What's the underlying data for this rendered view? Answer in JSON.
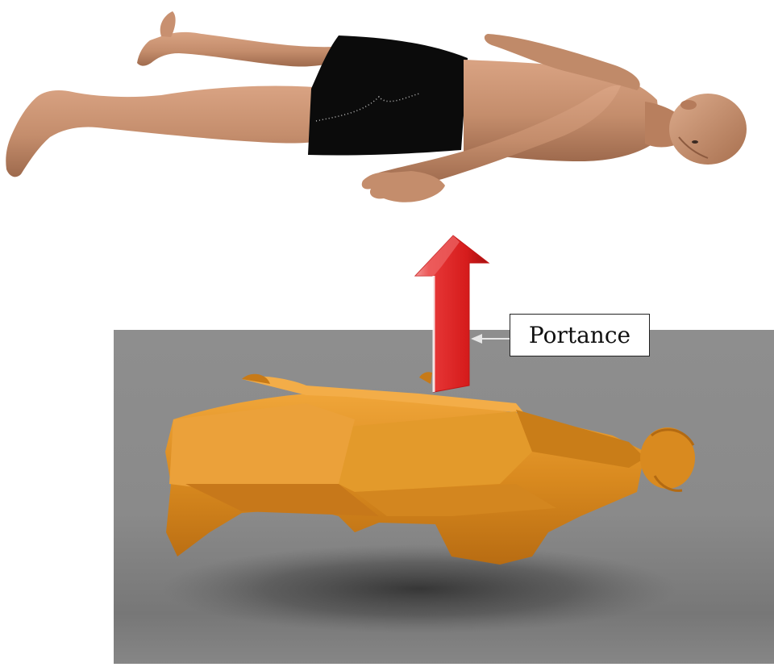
{
  "diagram": {
    "label": "Portance",
    "panels": {
      "top": "human-swimmer-figure",
      "bottom": "wingsuit-figure"
    },
    "colors": {
      "skin": "#c48d6c",
      "shorts": "#0b0b0b",
      "wingsuit": "#d88a1c",
      "backdrop": "#8f8f8f",
      "arrow": "#e02525"
    }
  }
}
